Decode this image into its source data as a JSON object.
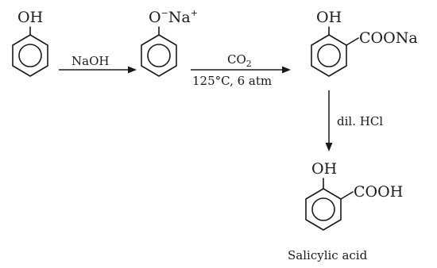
{
  "molecules": {
    "phenol": {
      "substituent_top": "OH"
    },
    "sodium_phenoxide": {
      "substituent_top_main": "O",
      "minus": "−",
      "counterion": "Na",
      "plus": "+"
    },
    "sodium_salicylate": {
      "substituent_top": "OH",
      "substituent_side": "COONa"
    },
    "salicylic_acid": {
      "substituent_top": "OH",
      "substituent_side": "COOH",
      "name": "Salicylic acid"
    }
  },
  "reactions": {
    "step1": {
      "reagent": "NaOH"
    },
    "step2": {
      "reagent_main": "CO",
      "reagent_sub": "2",
      "conditions": "125°C, 6 atm"
    },
    "step3": {
      "reagent": "dil. HCl"
    }
  }
}
